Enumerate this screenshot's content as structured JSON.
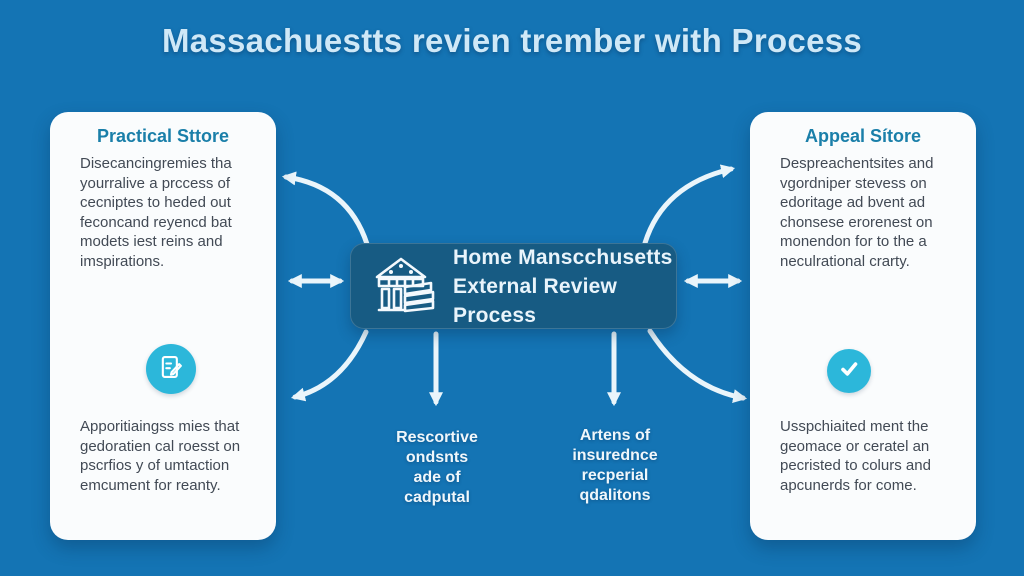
{
  "title": "Massachuestts revien trember with Process",
  "colors": {
    "background": "#1474b4",
    "card_background": "#fafcfd",
    "card_title": "#1a7fa9",
    "body_text": "#424a55",
    "center_box": "#175b83",
    "accent_cyan": "#2cb7da",
    "arrow_white": "#eaf5fb",
    "title_text": "#cfe8f7"
  },
  "left_card": {
    "title": "Practical Sttore",
    "body": "Disecancingremies tha\nyourralive a prccess of\ncecniptes to heded out\nfeconcand reyencd bat\nmodets iest reins and\nimspirations.",
    "icon": "document-pencil-icon",
    "footer": "Apporitiaingss mies that\ngedoratien cal roesst on\npscrfios y of umtaction\nemcument for reanty."
  },
  "right_card": {
    "title": "Appeal Sítore",
    "body": "Despreachentsites and\nvgordniper stevess on\nedoritage ad bvent ad\nchonsese erorenest on\nmonendon for to the a\nneculrational crarty.",
    "icon": "checkmark-icon",
    "footer": "Usspchiaited ment the\ngeomace or ceratel an\npecristed to colurs and\napcunerds for come."
  },
  "center_box": {
    "icon": "government-building-icon",
    "text": "Home Manscchusetts\nExternal Review Process"
  },
  "flow_labels": {
    "left": "Rescortive\nondsnts\nade of\ncadputal",
    "right": "Artens of\ninsurednce\nrecperial\nqdalitons"
  }
}
